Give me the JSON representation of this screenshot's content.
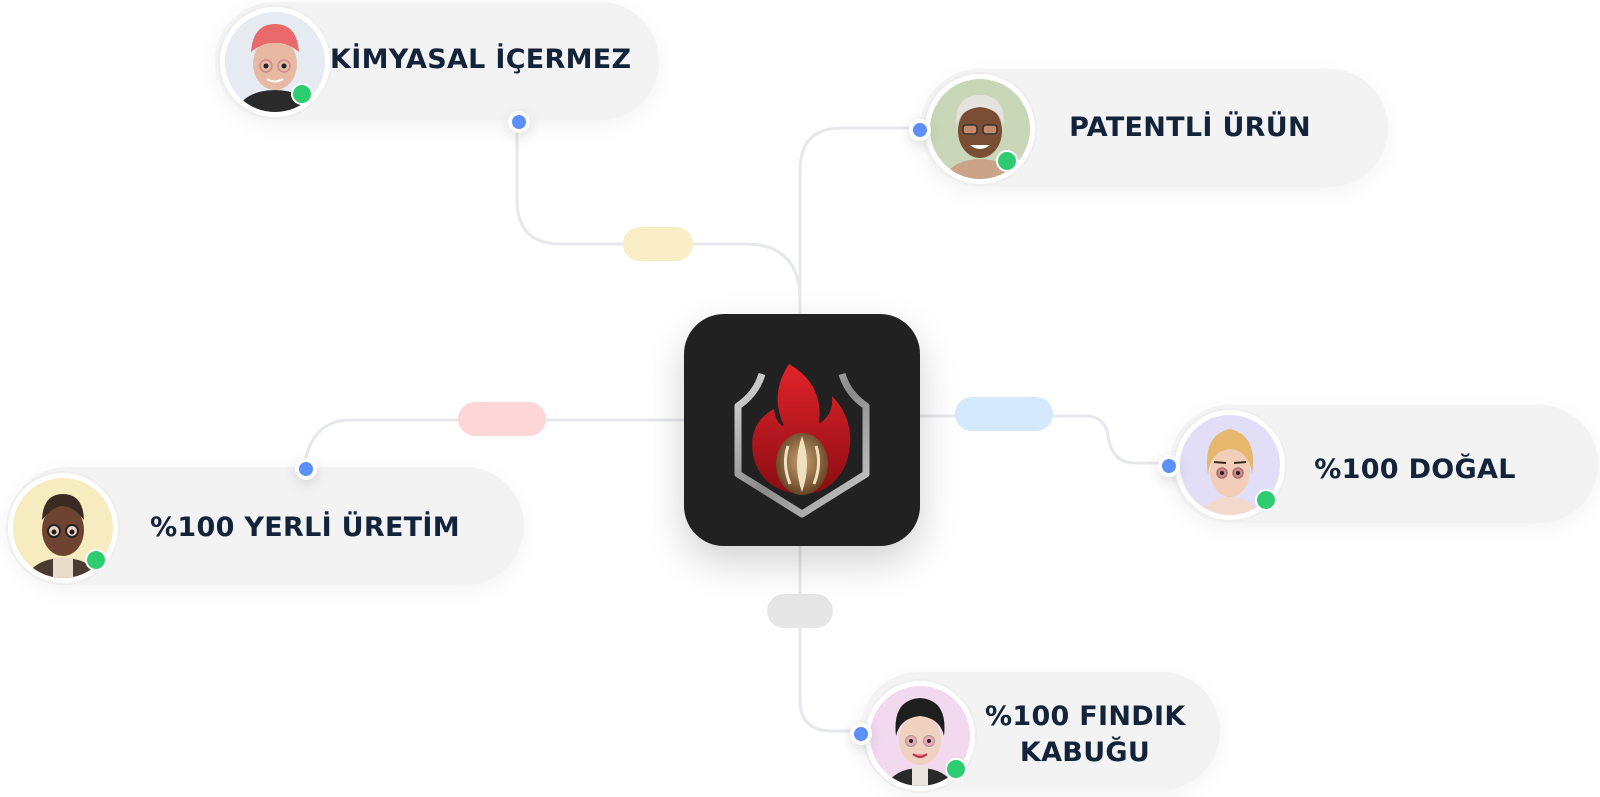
{
  "diagram": {
    "center": {
      "name": "brand-logo",
      "description": "flame shield with hazelnut"
    },
    "nodes": [
      {
        "id": "kimyasal",
        "label": "KİMYASAL İÇERMEZ",
        "avatar_bg": "#e6ebf2",
        "status": "online"
      },
      {
        "id": "patentli",
        "label": "PATENTLİ ÜRÜN",
        "avatar_bg": "#c9d7b8",
        "status": "online"
      },
      {
        "id": "yerli",
        "label": "%100 YERLİ ÜRETİM",
        "avatar_bg": "#f6ecc0",
        "status": "online"
      },
      {
        "id": "dogal",
        "label": "%100 DOĞAL",
        "avatar_bg": "#e3def7",
        "status": "online"
      },
      {
        "id": "findik",
        "label_line1": "%100 FINDIK",
        "label_line2": "KABUĞU",
        "avatar_bg": "#f3d9ef",
        "status": "online"
      }
    ],
    "connector_pills": [
      {
        "id": "pill-top",
        "color": "#f8edc5"
      },
      {
        "id": "pill-left",
        "color": "#ffd6d8"
      },
      {
        "id": "pill-right",
        "color": "#d5e9fd"
      },
      {
        "id": "pill-bottom",
        "color": "#e6e6e6"
      }
    ],
    "colors": {
      "status_online": "#2ecc71",
      "anchor_dot": "#5b8ff9",
      "card_bg": "#f3f3f4",
      "text": "#13233a",
      "hub_bg": "#212121"
    }
  }
}
